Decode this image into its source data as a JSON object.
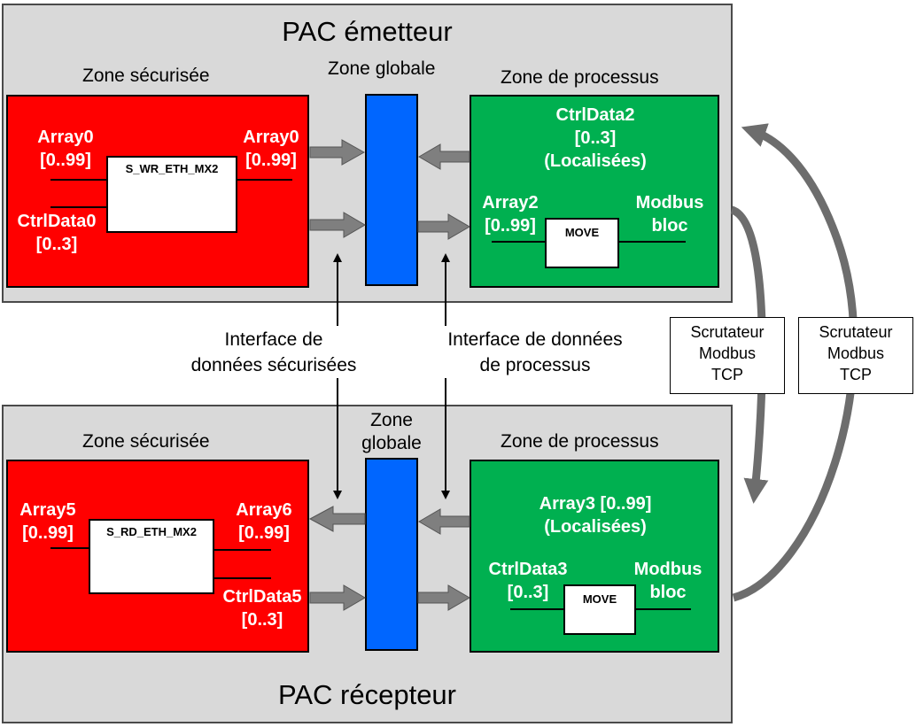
{
  "emitter": {
    "title": "PAC émetteur",
    "secure_zone": {
      "label": "Zone sécurisée",
      "input_array_1": "Array0",
      "input_array_2": "[0..99]",
      "block": "S_WR_ETH_MX2",
      "output_array_1": "Array0",
      "output_array_2": "[0..99]",
      "ctrl_1": "CtrlData0",
      "ctrl_2": "[0..3]"
    },
    "global_zone": {
      "label": "Zone globale"
    },
    "process_zone": {
      "label": "Zone de processus",
      "ctrl_1": "CtrlData2",
      "ctrl_2": "[0..3]",
      "ctrl_3": "(Localisées)",
      "array_1": "Array2",
      "array_2": "[0..99]",
      "block": "MOVE",
      "modbus_1": "Modbus",
      "modbus_2": "bloc"
    }
  },
  "receiver": {
    "title": "PAC récepteur",
    "secure_zone": {
      "label": "Zone sécurisée",
      "input_array_1": "Array5",
      "input_array_2": "[0..99]",
      "block": "S_RD_ETH_MX2",
      "output_array_1": "Array6",
      "output_array_2": "[0..99]",
      "ctrl_1": "CtrlData5",
      "ctrl_2": "[0..3]"
    },
    "global_zone": {
      "label_1": "Zone",
      "label_2": "globale"
    },
    "process_zone": {
      "label": "Zone de processus",
      "array_1": "Array3 [0..99]",
      "array_2": "(Localisées)",
      "ctrl_1": "CtrlData3",
      "ctrl_2": "[0..3]",
      "block": "MOVE",
      "modbus_1": "Modbus",
      "modbus_2": "bloc"
    }
  },
  "interfaces": {
    "secure_1": "Interface de",
    "secure_2": "données sécurisées",
    "process_1": "Interface de données",
    "process_2": "de processus"
  },
  "scanners": [
    {
      "line_1": "Scrutateur",
      "line_2": "Modbus",
      "line_3": "TCP"
    },
    {
      "line_1": "Scrutateur",
      "line_2": "Modbus",
      "line_3": "TCP"
    }
  ],
  "colors": {
    "secure": "#ff0000",
    "global": "#0066ff",
    "process": "#00b050",
    "pac_background": "#d9d9d9",
    "arrow": "#7f7f7f"
  }
}
